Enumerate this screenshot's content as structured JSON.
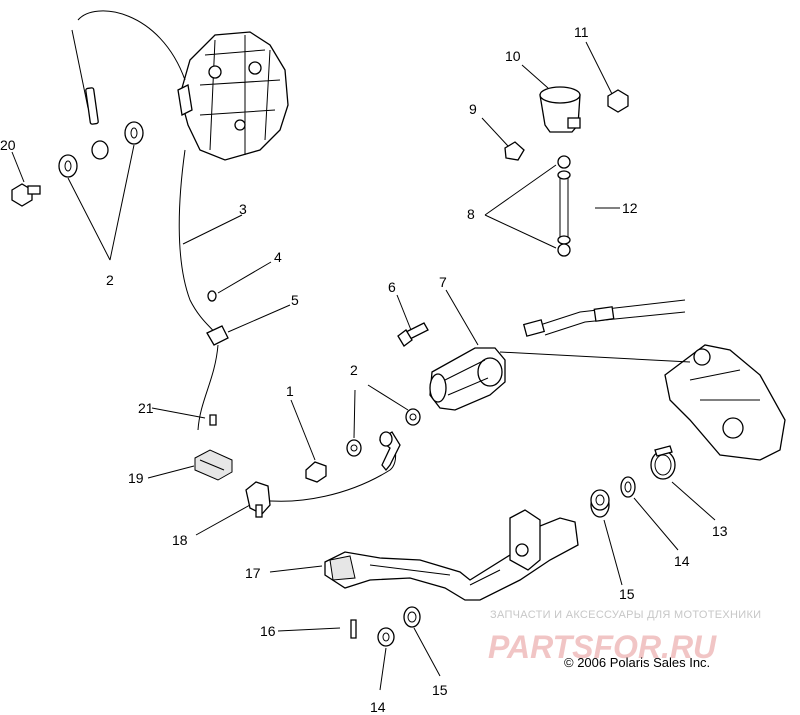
{
  "callouts": {
    "c1": "1",
    "c2a": "2",
    "c2b": "2",
    "c3": "3",
    "c4": "4",
    "c5": "5",
    "c6": "6",
    "c7": "7",
    "c8": "8",
    "c9": "9",
    "c10": "10",
    "c11": "11",
    "c12": "12",
    "c13": "13",
    "c14a": "14",
    "c14b": "14",
    "c15a": "15",
    "c15b": "15",
    "c16": "16",
    "c17": "17",
    "c18": "18",
    "c19": "19",
    "c20": "20",
    "c21": "21"
  },
  "copyright": "© 2006 Polaris Sales Inc.",
  "watermark": {
    "tagline": "ЗАПЧАСТИ И АКСЕССУАРЫ ДЛЯ МОТОТЕХНИКИ",
    "brand": "PARTSFOR.RU"
  }
}
